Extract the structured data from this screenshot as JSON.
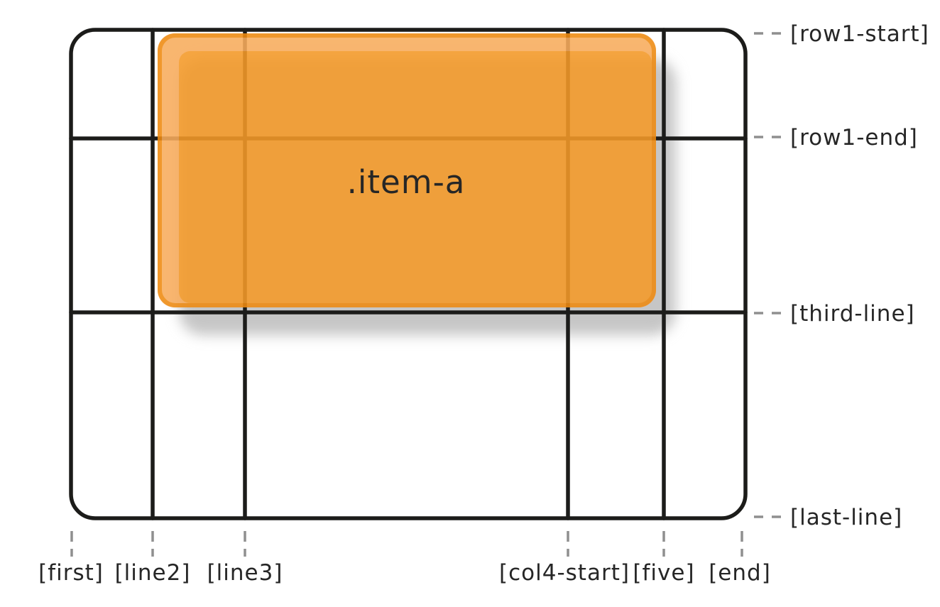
{
  "item": {
    "label": ".item-a"
  },
  "row_lines": [
    {
      "name": "row1-start",
      "label": "[row1-start]"
    },
    {
      "name": "row1-end",
      "label": "[row1-end]"
    },
    {
      "name": "third-line",
      "label": "[third-line]"
    },
    {
      "name": "last-line",
      "label": "[last-line]"
    }
  ],
  "col_lines": [
    {
      "name": "first",
      "label": "[first]"
    },
    {
      "name": "line2",
      "label": "[line2]"
    },
    {
      "name": "line3",
      "label": "[line3]"
    },
    {
      "name": "col4-start",
      "label": "[col4-start]"
    },
    {
      "name": "five",
      "label": "[five]"
    },
    {
      "name": "end",
      "label": "[end]"
    }
  ],
  "colors": {
    "grid_line": "#1c1c1a",
    "tick_dash": "#8f8f8f",
    "label_text": "#262626",
    "item_fill": "#f59a28",
    "item_highlight": "#f8ac5c",
    "item_border": "#ee8a10",
    "item_shadow": "#c6c6c6"
  }
}
